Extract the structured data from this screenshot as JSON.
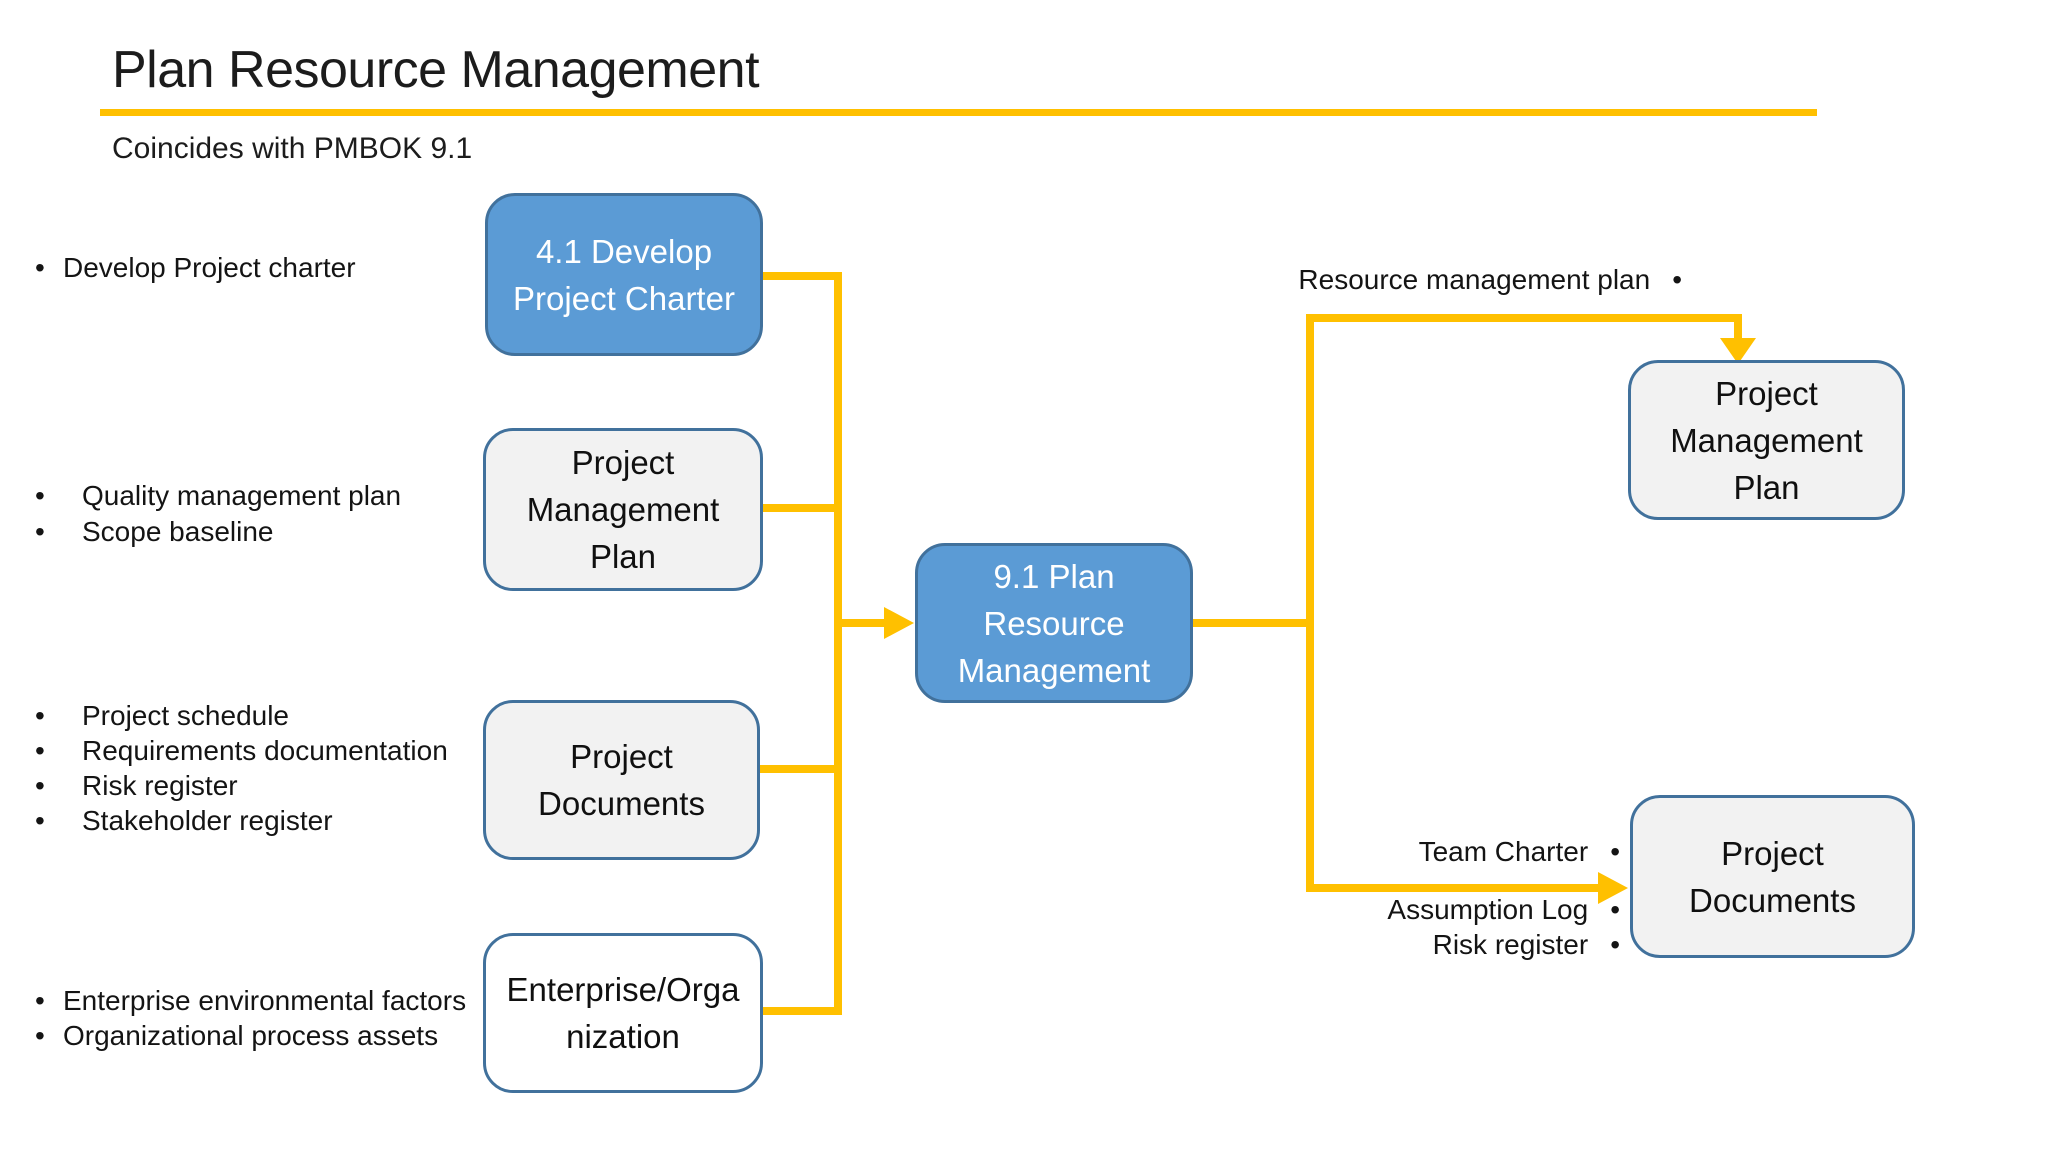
{
  "title": "Plan Resource Management",
  "subtitle": "Coincides with PMBOK 9.1",
  "bullet_char": "•",
  "colors": {
    "accent_gold": "#FFC000",
    "process_fill": "#5B9BD5",
    "process_border": "#41719C",
    "doc_fill": "#F2F2F2",
    "plain_fill": "#FFFFFF",
    "text_dark": "#1A1A1A",
    "text_light": "#FFFFFF"
  },
  "inputs": {
    "develop_charter_list": [
      "Develop Project charter"
    ],
    "pmp_list": [
      "Quality management plan",
      "Scope baseline"
    ],
    "docs_list": [
      "Project schedule",
      "Requirements documentation",
      "Risk register",
      "Stakeholder register"
    ],
    "eef_list": [
      "Enterprise environmental factors",
      "Organizational process assets"
    ]
  },
  "boxes": {
    "develop_charter": {
      "lines": [
        "4.1 Develop",
        "Project Charter"
      ]
    },
    "pmp_in": {
      "lines": [
        "Project",
        "Management",
        "Plan"
      ]
    },
    "docs_in": {
      "lines": [
        "Project",
        "Documents"
      ]
    },
    "eef": {
      "lines": [
        "Enterprise/Orga",
        "nization"
      ]
    },
    "process": {
      "lines": [
        "9.1 Plan",
        "Resource",
        "Management"
      ]
    },
    "pmp_out": {
      "lines": [
        "Project",
        "Management",
        "Plan"
      ]
    },
    "docs_out": {
      "lines": [
        "Project",
        "Documents"
      ]
    }
  },
  "outputs": {
    "pmp_label": "Resource management plan",
    "docs_labels": [
      "Team Charter",
      "Assumption Log",
      "Risk register"
    ]
  }
}
